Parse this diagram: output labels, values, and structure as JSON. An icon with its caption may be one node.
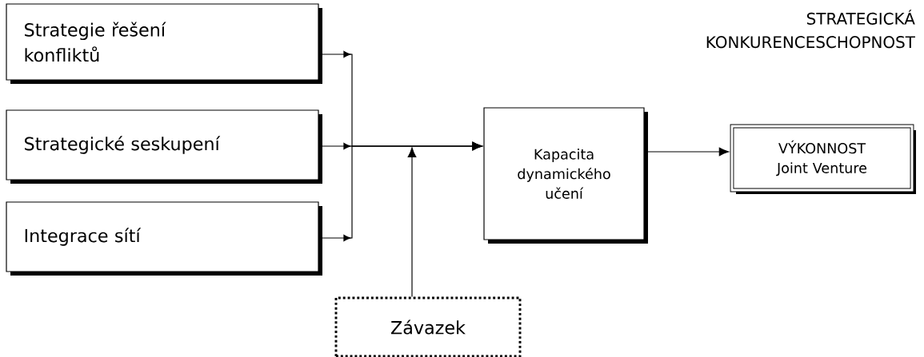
{
  "diagram": {
    "nodes": [
      {
        "text": [
          "Strategie řešení konfliktů"
        ]
      },
      {
        "text": [
          "Strategické seskupení"
        ]
      },
      {
        "text": [
          "Integrace sítí"
        ]
      },
      {
        "text": [
          "Kapacita dynamického učení"
        ]
      },
      {
        "text": [
          "VÝKONNOST Joint Venture"
        ]
      },
      {
        "text": [
          "Závazek"
        ]
      }
    ],
    "edges": [
      {
        "from": 0,
        "to": 3,
        "arrow": "to"
      },
      {
        "from": 1,
        "to": 3,
        "arrow": "to"
      },
      {
        "from": 2,
        "to": 3,
        "arrow": "to"
      },
      {
        "from": 5,
        "to": null,
        "arrow": "to"
      },
      {
        "from": 3,
        "to": 4,
        "arrow": "to"
      }
    ],
    "labels": [
      "STRATEGICKÁ KONKURENCESCHOPNOST"
    ]
  }
}
